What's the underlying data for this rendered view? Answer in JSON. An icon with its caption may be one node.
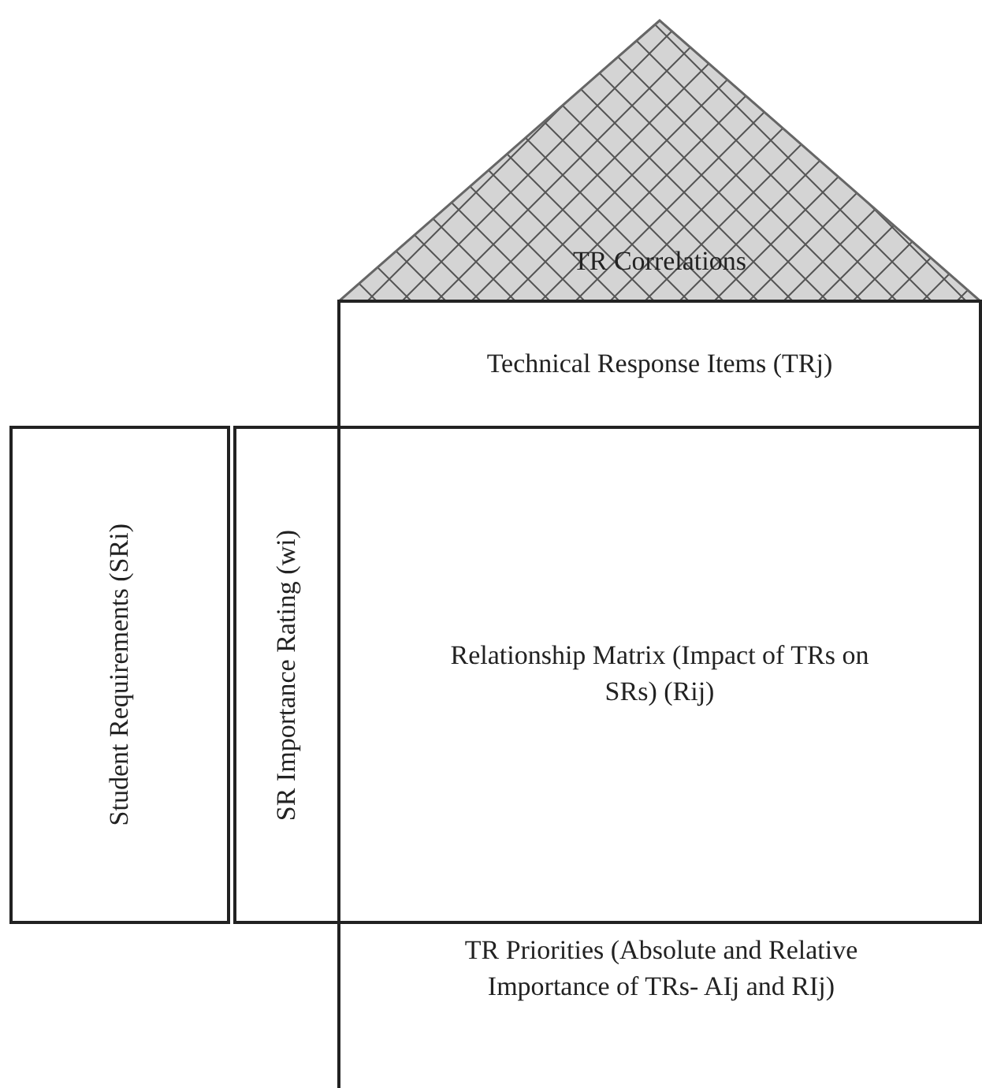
{
  "diagram": {
    "nodes": [
      {
        "text": [
          "TR Correlations"
        ]
      },
      {
        "text": [
          "Technical Response Items (TRj)"
        ]
      },
      {
        "text": [
          "Student Requirements (SRi)"
        ]
      },
      {
        "text": [
          "SR Importance Rating (wi)"
        ]
      },
      {
        "text": [
          "Relationship Matrix (Impact of TRs on SRs) (Rij)"
        ]
      },
      {
        "text": [
          "TR Priorities (Absolute and Relative Importance of TRs- AIj and RIj)"
        ]
      }
    ]
  }
}
